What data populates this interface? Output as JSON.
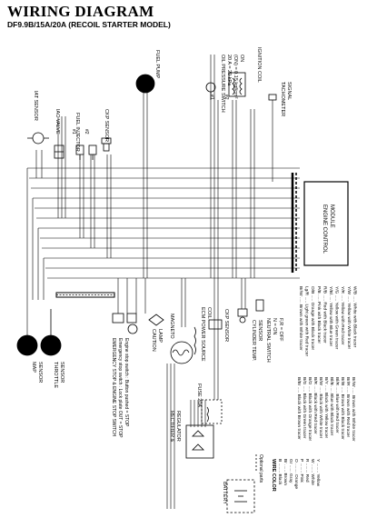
{
  "header": {
    "title": "WIRING DIAGRAM",
    "subtitle": "DF9.9B/15A/20A (RECOIL STARTER MODEL)"
  },
  "components": {
    "fuel_pump": "FUEL PUMP",
    "oil_pressure_switch": [
      "OIL PRESSURE SWITCH",
      "20 A = 20 kPa",
      "(ON) = 0.15 kgf/cm²",
      "ON"
    ],
    "ignition_coil": "IGNITION COIL",
    "tachometer_signal": [
      "TACHOMETER",
      "SIGNAL"
    ],
    "iat_sensor": "IAT SENSOR",
    "iac_valve": "IAC VALVE",
    "fuel_injector": "FUEL INJECTOR",
    "ckp_sensor_top": "CKP SENSOR",
    "ecm": [
      "ENGINE CONTROL",
      "MODULE"
    ],
    "map_sensor": [
      "MAP",
      "SENSOR"
    ],
    "throttle_sensor": [
      "THROTTLE",
      "SENSOR"
    ],
    "emergency_switch": [
      "EMERGENCY STOP & ENGINE STOP SWITCH",
      "Emergency stop switch : Lock plate OUT = STOP",
      "Engine stop switch : Button pushed = STOP"
    ],
    "caution_lamp": [
      "CAUTION",
      "LAMP"
    ],
    "magneto": "MAGNETO",
    "ecm_power_coil": [
      "ECM POWER SOURCE",
      "COIL"
    ],
    "ckp_sensor": "CKP SENSOR",
    "cyl_temp_sensor": [
      "CYLINDER TEMP.",
      "SENSOR"
    ],
    "neutral_switch": [
      "NEUTRAL SWITCH",
      "N = ON",
      "F,R = OFF"
    ],
    "rectifier": [
      "RECTIFIER &",
      "REGULATOR"
    ],
    "fuse": "FUSE 20A",
    "battery": "BATTERY",
    "optional_parts": "Optional parts",
    "cyl_labels": [
      "#1",
      "#2"
    ],
    "plug_labels": [
      "#1",
      "#2"
    ],
    "ign_labels": [
      "#1",
      "#2"
    ]
  },
  "wire_color": {
    "title": "WIRE COLOR",
    "basic": [
      "B ........ Black",
      "Br ...... Brown",
      "Gr ...... Gray",
      "O ........ Orange",
      "P ........ Pink",
      "R ........ Red",
      "W ....... White",
      "Y ........ Yellow"
    ],
    "col1": [
      "B/Br ..... Black with Brown tracer",
      "B/G ..... Black with Green tracer",
      "B/O ..... Black with Orange tracer",
      "B/R ..... Black with Red tracer",
      "B/W ..... Black with White tracer",
      "B/Y ..... Black with Yellow tracer",
      "Bl/B ..... Blue with Black tracer",
      "Bl/R ..... Blue with Red tracer",
      "Br/B ..... Brown with Black tracer",
      "Br/R ..... Brown with Red tracer",
      "Br/W ..... Brown with White tracer"
    ],
    "col2": [
      "Br/W ..... Brown with White tracer",
      "Lg/R ..... Light green with Red tracer",
      "O/B ..... Orange with Black tracer",
      "P/B ..... Pink with Black tracer",
      "R/B ..... Red with Black tracer",
      "Y/Bl ..... Yellow with Blue tracer",
      "Y/G ..... Yellow with Green tracer",
      "Y/R ..... Yellow with Red tracer",
      "Y/W ..... Yellow with White tracer",
      "W/B ..... White with Black tracer"
    ]
  }
}
